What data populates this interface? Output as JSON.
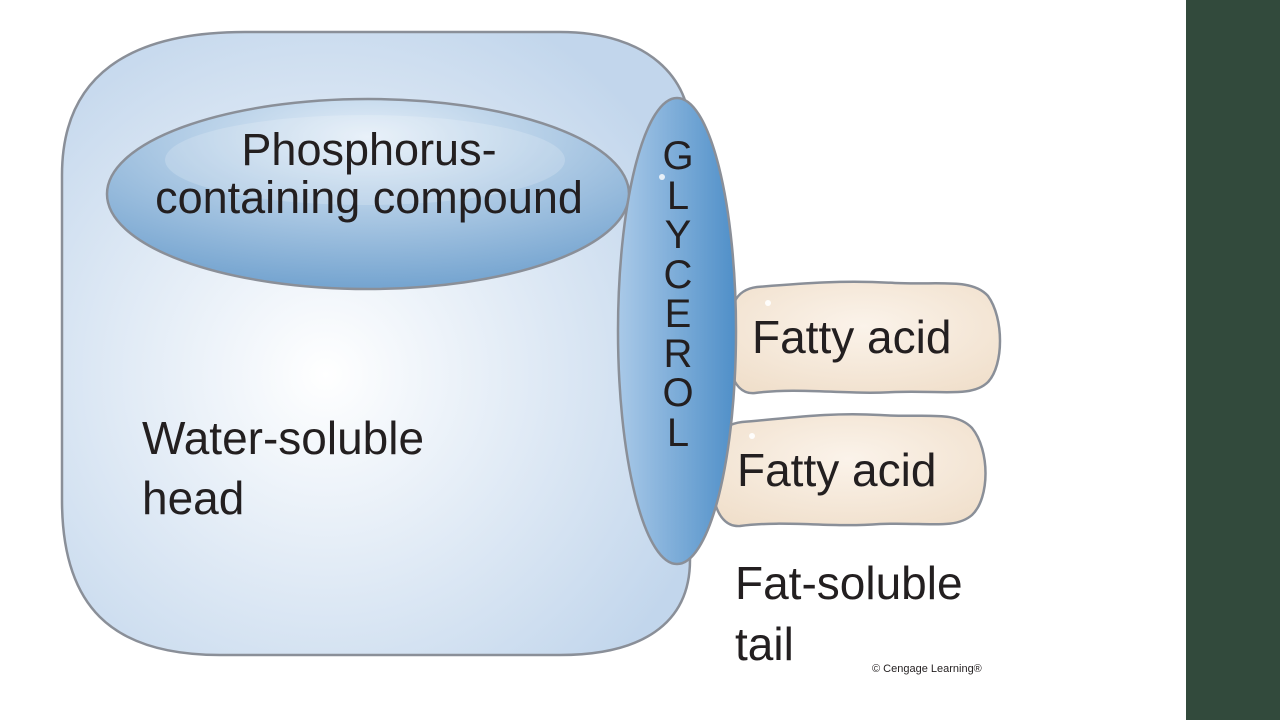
{
  "colors": {
    "sidebar": "#324a3c",
    "head_fill_light": "#ffffff",
    "head_fill_dark": "#c2d6ec",
    "outline": "#8a8f98",
    "ellipse_light": "#e4eef8",
    "ellipse_dark": "#6d9fcd",
    "glycerol_light": "#a9c9e8",
    "glycerol_dark": "#4f8fc8",
    "fatty_acid_fill": "#f0dfcb",
    "fatty_acid_edge": "#cdb69a",
    "text": "#231f20"
  },
  "labels": {
    "phosphorus_line1": "Phosphorus-",
    "phosphorus_line2": "containing compound",
    "water_soluble_line1": "Water-soluble",
    "water_soluble_line2": "head",
    "glycerol_letters": [
      "G",
      "L",
      "Y",
      "C",
      "E",
      "R",
      "O",
      "L"
    ],
    "fatty_acid_1": "Fatty acid",
    "fatty_acid_2": "Fatty acid",
    "fat_soluble_line1": "Fat-soluble",
    "fat_soluble_line2": "tail",
    "credit": "© Cengage Learning®"
  }
}
